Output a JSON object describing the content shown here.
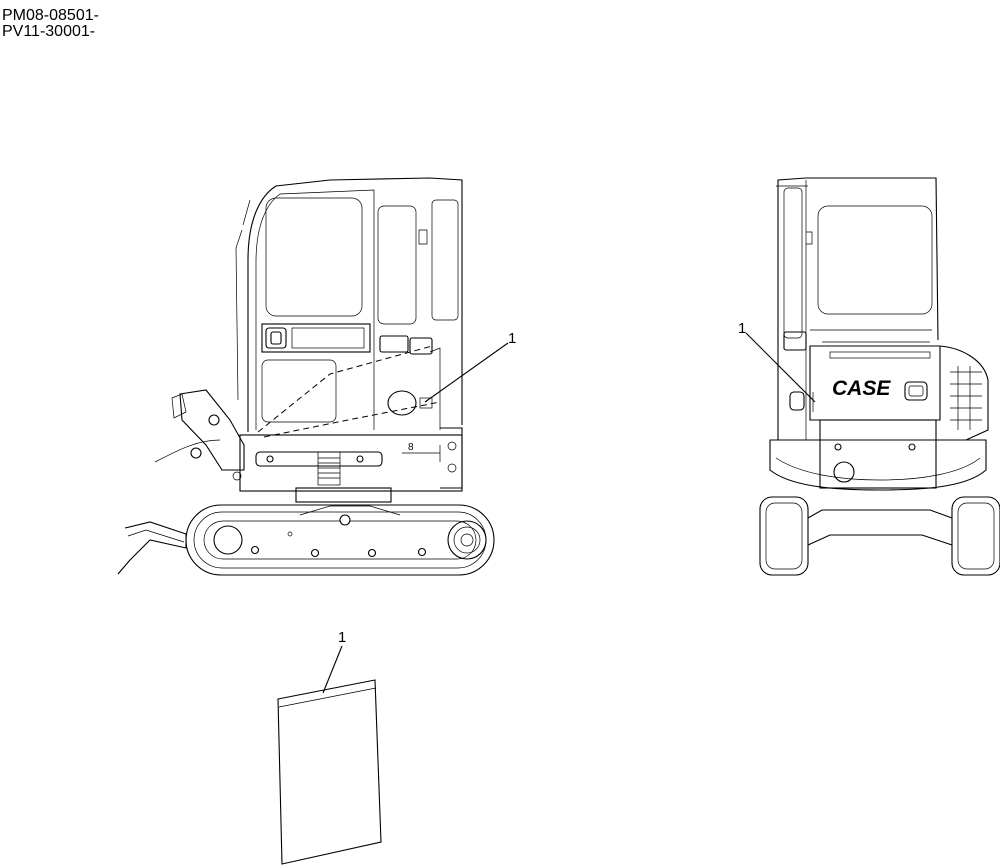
{
  "serial_ranges": [
    "PM08-08501-",
    "PV11-30001-"
  ],
  "callouts": {
    "side_view": "1",
    "rear_view": "1",
    "decal_detail": "1"
  },
  "rear_brand_text": "CASE",
  "dimension_label": "8"
}
